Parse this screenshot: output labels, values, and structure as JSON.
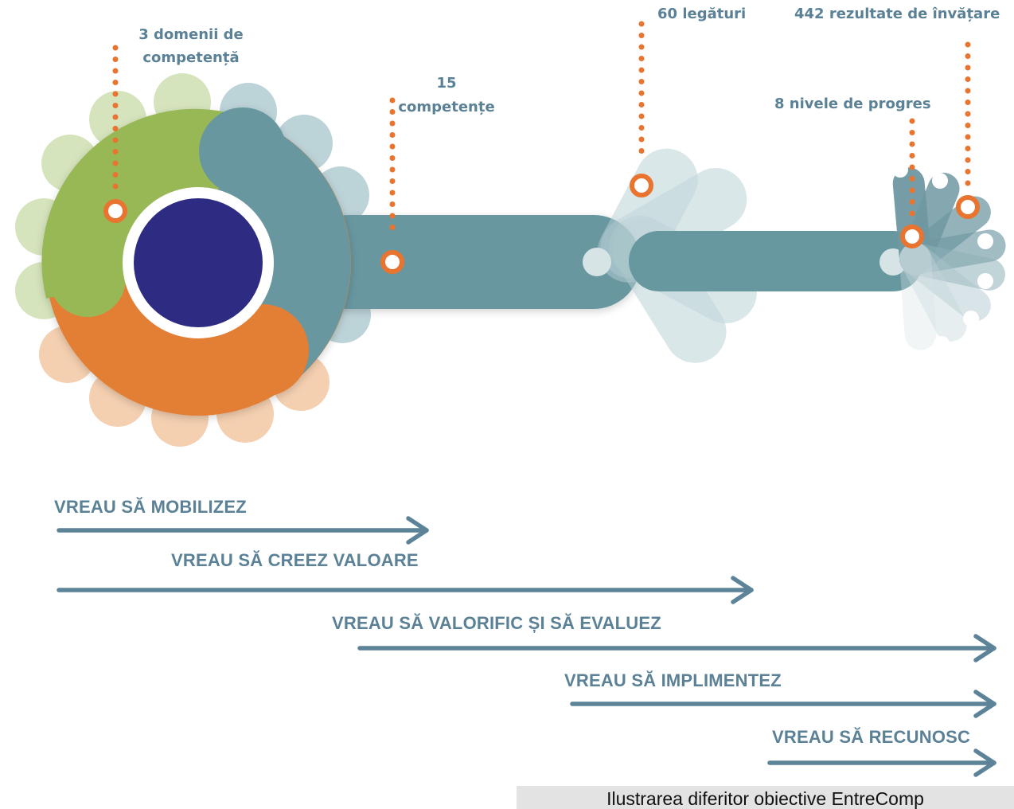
{
  "colors": {
    "teal": "#67979f",
    "teal_light": "#bcd3d8",
    "green": "#98b856",
    "green_light": "#d6e4bd",
    "orange": "#e27f35",
    "orange_light": "#f4cfb0",
    "navy": "#2e2b82",
    "label_blue": "#5b8196",
    "arrow_blue": "#5d8399",
    "marker_orange": "#e8742f"
  },
  "callouts": {
    "domains": "3 domenii de competență",
    "competences": "15 competențe",
    "threads": "60 legături",
    "levels": "8 nivele de progres",
    "outcomes": "442 rezultate de învățare"
  },
  "goals": [
    {
      "label": "VREAU SĂ MOBILIZEZ"
    },
    {
      "label": "VREAU SĂ CREEZ VALOARE"
    },
    {
      "label": "VREAU SĂ VALORIFIC ȘI SĂ EVALUEZ"
    },
    {
      "label": "VREAU SĂ IMPLIMENTEZ"
    },
    {
      "label": "VREAU SĂ RECUNOSC"
    }
  ],
  "caption": "Ilustrarea diferitor obiective EntreComp"
}
